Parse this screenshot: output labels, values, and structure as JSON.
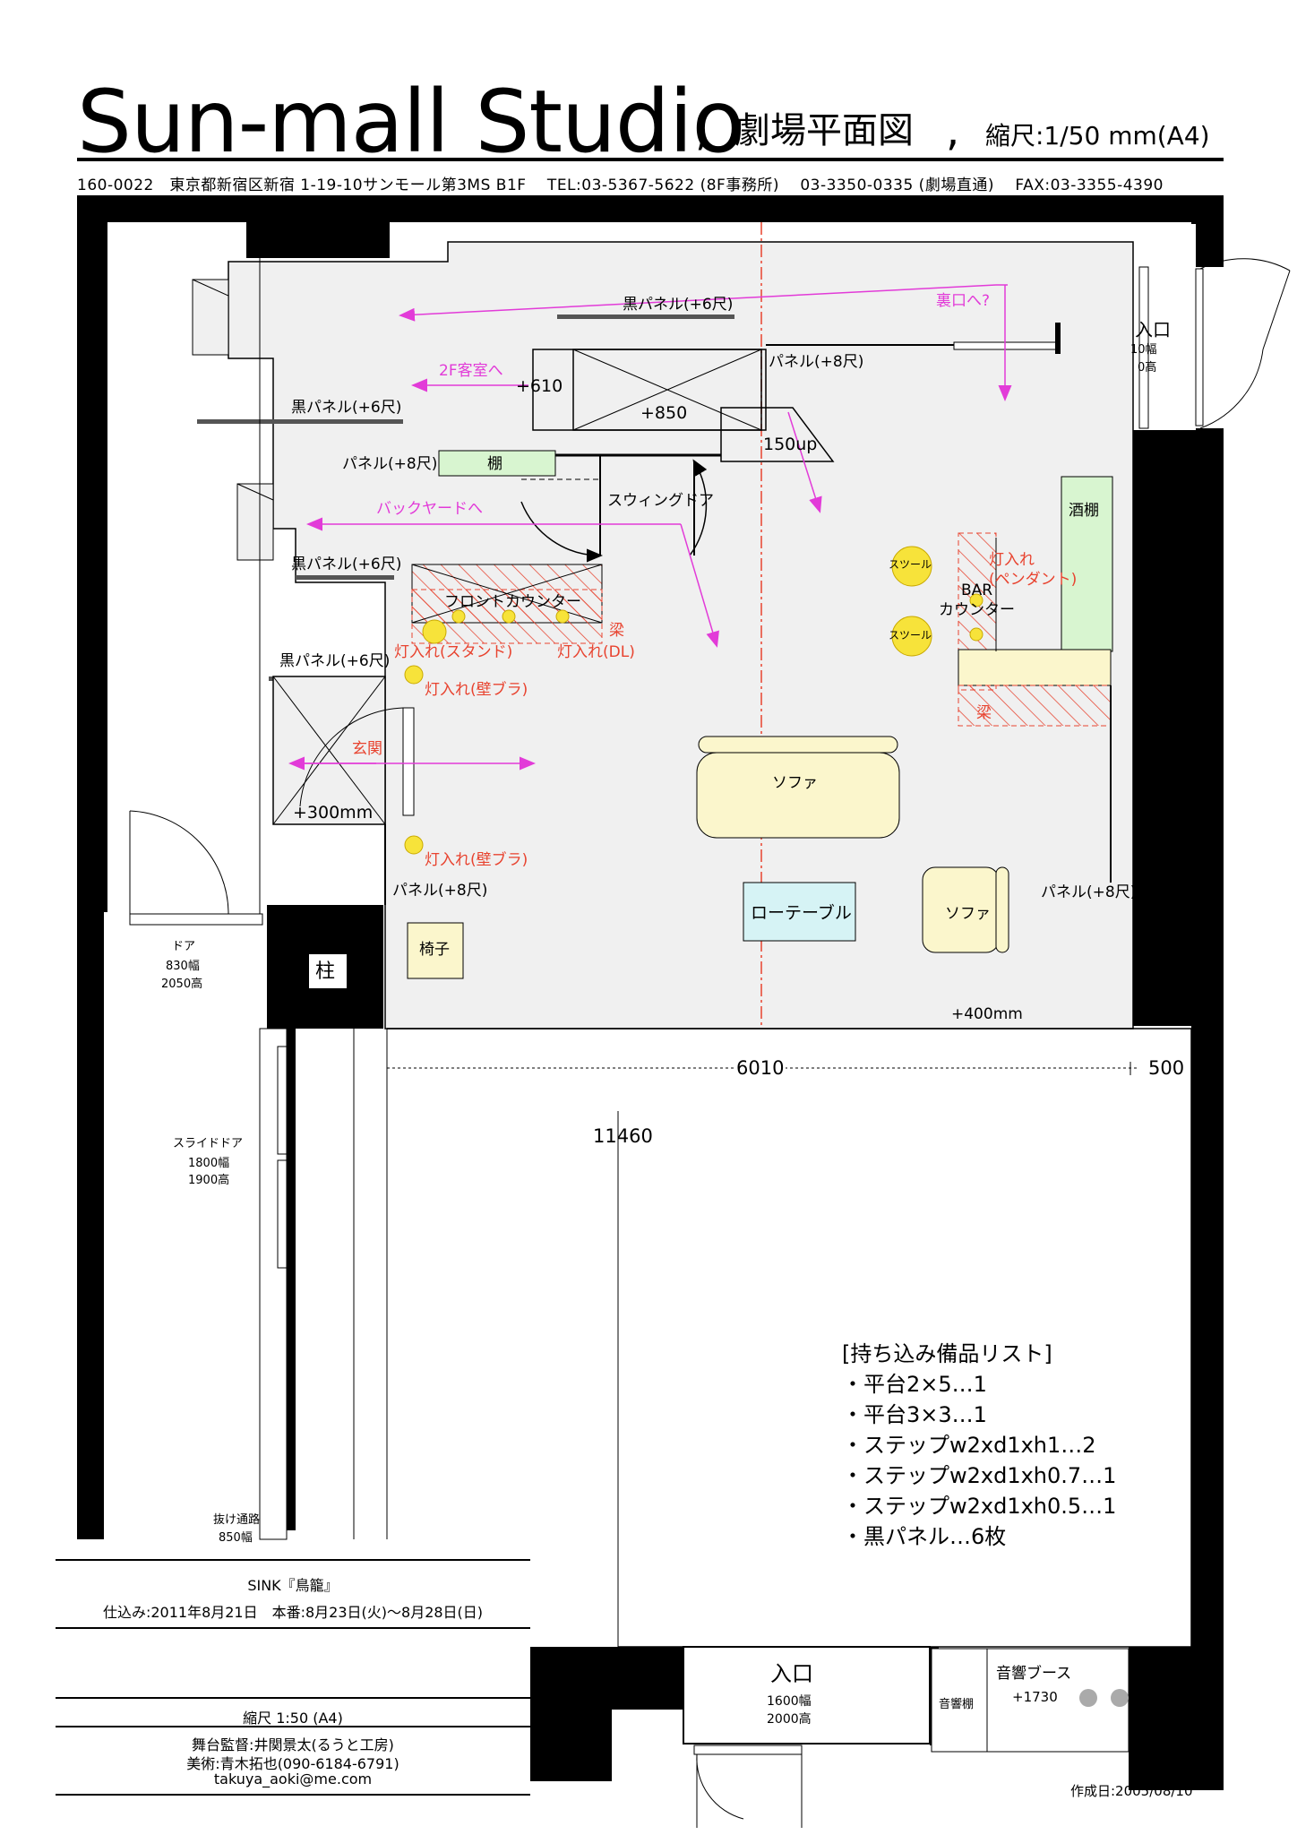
{
  "header": {
    "title": "Sun-mall Studio",
    "sep1": ",",
    "subtitle": "劇場平面図",
    "sep2": ",",
    "scale": "縮尺:1/50 mm(A4)",
    "address": "160-0022　東京都新宿区新宿 1-19-10サンモール第3MS  B1F　 TEL:03-5367-5622 (8F事務所)　 03-3350-0335 (劇場直通)　 FAX:03-3355-4390"
  },
  "plan": {
    "labels": {
      "back_entrance": "裏口へ?",
      "black_panel_top": "黒パネル(+6尺)",
      "panel_8_top": "パネル(+8尺)",
      "to_2f": "2F客室へ",
      "plus610": "+610",
      "plus850": "+850",
      "black_panel_left1": "黒パネル(+6尺)",
      "panel_8_left": "パネル(+8尺)",
      "shelf": "棚",
      "up150": "150up",
      "backyard": "バックヤードへ",
      "swing_door": "スウィングドア",
      "black_panel_left2": "黒パネル(+6尺)",
      "front_counter": "フロントカウンター",
      "beam1": "梁",
      "light_stand": "灯入れ(スタンド)",
      "light_dl": "灯入れ(DL)",
      "black_panel_left3": "黒パネル(+6尺)",
      "light_wall1": "灯入れ(壁ブラ)",
      "entrance_hall": "玄関",
      "plus300": "+300mm",
      "light_wall2": "灯入れ(壁ブラ)",
      "panel_8_bottom": "パネル(+8尺)",
      "chair": "椅子",
      "pillar": "柱",
      "sofa1": "ソファ",
      "low_table": "ローテーブル",
      "sofa2": "ソファ",
      "panel_8_right": "パネル(+8尺)",
      "plus400": "+400mm",
      "liquor_shelf": "酒棚",
      "stool1": "スツール",
      "stool2": "スツール",
      "bar_counter": "BAR\nカウンター",
      "light_pendant": "灯入れ\n(ペンダント)",
      "beam2": "梁",
      "entrance_top_right": "入口",
      "entrance_top_right_w": "10幅",
      "entrance_top_right_h": "0高",
      "door": "ドア",
      "door_w": "830幅",
      "door_h": "2050高",
      "slide_door": "スライドドア",
      "slide_door_w": "1800幅",
      "slide_door_h": "1900高",
      "passage": "抜け通路",
      "passage_w": "850幅",
      "dim_6010": "6010",
      "dim_500": "500",
      "dim_11460": "11460",
      "entrance_bottom": "入口",
      "entrance_bottom_w": "1600幅",
      "entrance_bottom_h": "2000高",
      "sound_shelf": "音響棚",
      "sound_booth": "音響ブース",
      "sound_booth_h": "+1730"
    }
  },
  "equipment_list": {
    "heading": "[持ち込み備品リスト]",
    "items": [
      "・平台2×5…1",
      "・平台3×3…1",
      "・ステップw2xd1xh1…2",
      "・ステップw2xd1xh0.7…1",
      "・ステップw2xd1xh0.5…1",
      "・黒パネル…6枚"
    ]
  },
  "info_box": {
    "production": "SINK『鳥籠』",
    "schedule": "仕込み:2011年8月21日　本番:8月23日(火)〜8月28日(日)",
    "scale": "縮尺 1:50 (A4)",
    "stage_manager": "舞台監督:井関景太(るうと工房)",
    "art": "美術:青木拓也(090-6184-6791)",
    "email": "takuya_aoki@me.com"
  },
  "footer": {
    "created": "作成日:2005/08/10"
  },
  "colors": {
    "stage_fill": "#f0f0f0",
    "wall": "#000000",
    "annotation_red": "#e8432f",
    "arrow_magenta": "#e23bd8",
    "shelf_green": "#d8f5d0",
    "sofa_yellow": "#fbf6cc",
    "table_cyan": "#d6f3f5",
    "light_yellow": "#f7e33a"
  }
}
